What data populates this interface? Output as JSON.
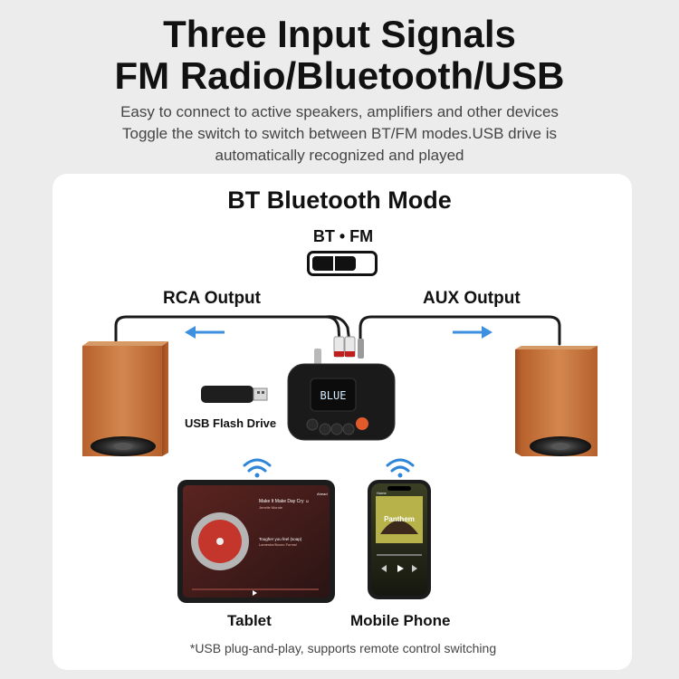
{
  "header": {
    "title_line1": "Three Input Signals",
    "title_line2": "FM Radio/Bluetooth/USB",
    "subtitle_line1": "Easy to connect to active speakers, amplifiers and other devices",
    "subtitle_line2": "Toggle the switch to switch between BT/FM modes.USB drive is",
    "subtitle_line3": "automatically recognized and played"
  },
  "panel": {
    "mode_title": "BT Bluetooth Mode",
    "switch_label": "BT • FM",
    "rca_label": "RCA Output",
    "aux_label": "AUX Output",
    "usb_label": "USB Flash Drive",
    "lcd_text": "BLUE",
    "tablet_label": "Tablet",
    "phone_label": "Mobile Phone",
    "footnote": "*USB plug-and-play, supports remote control switching"
  },
  "tablet_screen": {
    "song_title": "Make It Make Day Cry ☺",
    "artist": "Jenelle Monde",
    "lyric1": "Tougher you feel (soap)",
    "lyric2": "Lameshe/Nooro Forms!",
    "status": "Ahead"
  },
  "phone_screen": {
    "time": "Home",
    "album_text": "Panthem"
  },
  "colors": {
    "accent_arrow": "#3d8fe0",
    "wifi": "#2f86d8",
    "wood": "#c8733e",
    "device_body": "#1a1a1a",
    "lcd_text": "#d6ecff"
  }
}
